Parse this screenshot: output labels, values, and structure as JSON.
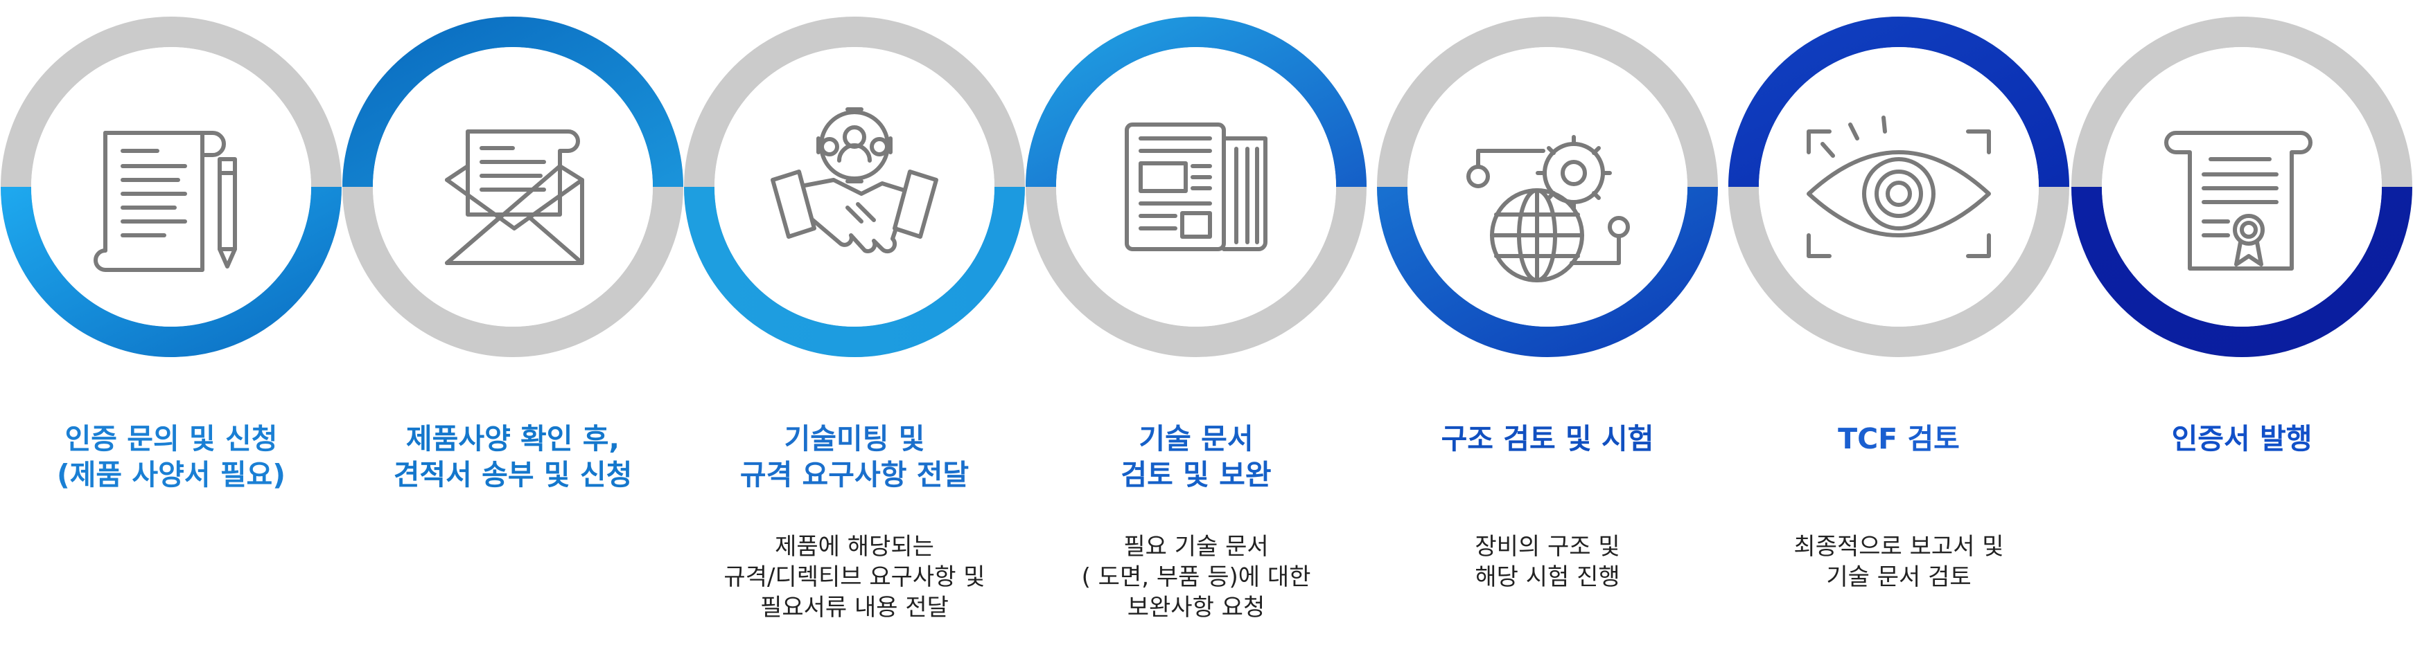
{
  "colors": {
    "grey_ring": "#cbcbcb",
    "blue_light": "#1a9de2",
    "blue_mid": "#0f78c8",
    "blue_dark": "#0a33b8",
    "blue_deep": "#0b1fa6",
    "icon_grey": "#7a7a7a"
  },
  "steps": [
    {
      "icon": "contract-scroll-pen-icon",
      "title_lines": [
        "인증 문의 및 신청",
        "(제품 사양서 필요)"
      ],
      "title_color": "#1a7fd4",
      "desc_lines": []
    },
    {
      "icon": "letter-envelope-icon",
      "title_lines": [
        "제품사양 확인 후,",
        "견적서 송부 및 신청"
      ],
      "title_color": "#1477cc",
      "desc_lines": []
    },
    {
      "icon": "handshake-team-icon",
      "title_lines": [
        "기술미팅 및",
        "규격 요구사항 전달"
      ],
      "title_color": "#1a6fcc",
      "desc_lines": [
        "제품에 해당되는",
        "규격/디렉티브 요구사항 및",
        "필요서류 내용 전달"
      ]
    },
    {
      "icon": "newspaper-document-icon",
      "title_lines": [
        "기술 문서",
        "검토 및 보완"
      ],
      "title_color": "#1560c8",
      "desc_lines": [
        "필요 기술 문서",
        "( 도면, 부품 등)에 대한",
        "보완사항 요청"
      ]
    },
    {
      "icon": "globe-gear-icon",
      "title_lines": [
        "구조 검토 및 시험"
      ],
      "title_color": "#1150c0",
      "desc_lines": [
        "장비의 구조 및",
        "해당 시험 진행"
      ]
    },
    {
      "icon": "eye-scan-icon",
      "title_lines": [
        "TCF 검토"
      ],
      "title_color": "#1a5fd0",
      "desc_lines": [
        "최종적으로 보고서 및",
        "기술 문서 검토"
      ]
    },
    {
      "icon": "certificate-scroll-icon",
      "title_lines": [
        "인증서 발행"
      ],
      "title_color": "#1150c8",
      "desc_lines": []
    }
  ]
}
